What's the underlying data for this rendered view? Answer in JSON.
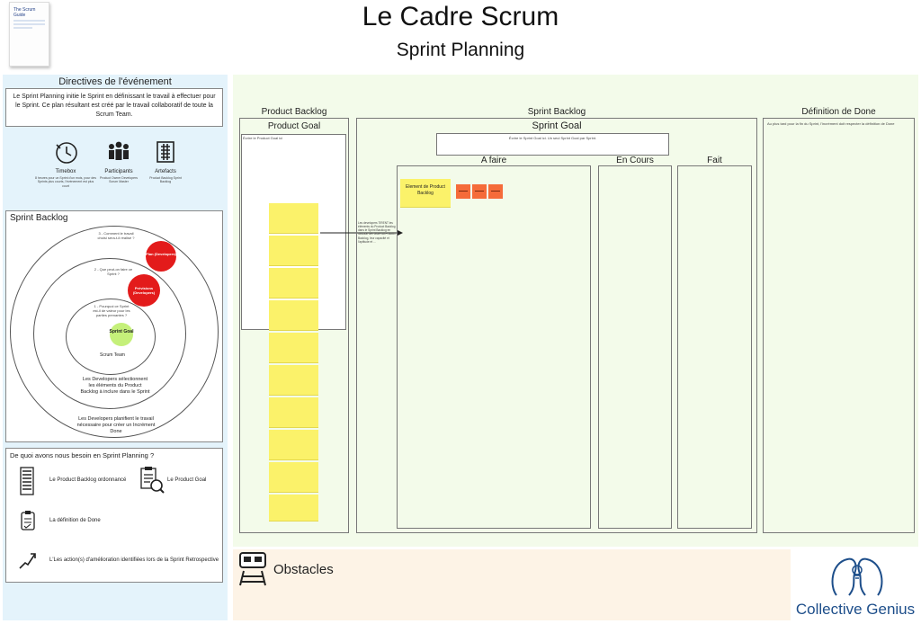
{
  "header": {
    "title": "Le Cadre Scrum",
    "subtitle": "Sprint Planning",
    "cover_label": "The Scrum Guide"
  },
  "left": {
    "directives_title": "Directives de l'événement",
    "directives_text": "Le Sprint Planning initie le Sprint en définissant le travail à effectuer pour le Sprint. Ce plan résultant est créé par le travail collaboratif de toute la Scrum Team.",
    "icons": [
      {
        "name": "Timebox",
        "desc": "8 heures pour un Sprint d'un mois, pour des Sprints plus courts, l'événement est plus court",
        "icon": "timer-icon"
      },
      {
        "name": "Participants",
        "desc": "Product Owner Developers Scrum Master",
        "icon": "people-icon"
      },
      {
        "name": "Artefacts",
        "desc": "Product Backlog Sprint Backlog",
        "icon": "artefact-icon"
      }
    ],
    "sprint_backlog_title": "Sprint Backlog",
    "circle_labels": {
      "q3": "3 - Comment le travail choisi sera-t-il réalisé ?",
      "q2": "2 - Que peut-on faire ce Sprint ?",
      "q1": "1 - Pourquoi ce Sprint est-il de valeur pour les parties prenantes ?",
      "plan": "Plan (Developers)",
      "prevision": "Prévisions (Developers)",
      "goal": "Sprint Goal",
      "team": "Scrum Team",
      "select": "Les Developers sélectionnent les éléments du Product Backlog à inclure dans le Sprint",
      "planify": "Les Developers planifient le travail nécessaire pour créer un Incrément Done"
    },
    "needs_title": "De quoi avons nous besoin en Sprint Planning ?",
    "needs": [
      {
        "label": "Le Product Backlog ordonnancé",
        "icon": "backlog-list-icon"
      },
      {
        "label": "Le Product Goal",
        "icon": "clipboard-chart-icon"
      },
      {
        "label": "La définition de Done",
        "icon": "checklist-icon"
      },
      {
        "label": "L'Les action(s) d'amélioration identifiées lors de la Sprint Retrospective",
        "icon": "growth-arrow-icon"
      }
    ]
  },
  "board": {
    "pb_header": "Product Backlog",
    "pb_goal_title": "Product Goal",
    "pb_goal_text": "Écrire le Product Goal ici",
    "arrow_note": "Les developers TIRENT les éléments du Product Backlog dans le Sprint Backlog en fonction de l'ordre du Product Backlog, leur capacité et l'aptitude et ...",
    "sb_header": "Sprint Backlog",
    "sprint_goal_title": "Sprint Goal",
    "sprint_goal_text": "Écrire le Sprint Goal ici. Un seul Sprint Goal par Sprint.",
    "col_todo": "A faire",
    "col_doing": "En Cours",
    "col_done": "Fait",
    "pb_item": "Element de Product Backlog",
    "dod_header": "Définition de Done",
    "dod_text": "Au plus tard pour la fin du Sprint, l'incrément doit respecter la définition de Done",
    "obstacles": "Obstacles",
    "logo_text": "Collective Genius"
  },
  "colors": {
    "left_bg": "#e4f3fb",
    "main_bg": "#f3fbea",
    "obstacles_bg": "#fdf3e6",
    "sticky_yellow": "#fbf26a",
    "task_orange": "#f56b3a",
    "red_circle": "#e31b1b",
    "green_circle": "#c5f07a",
    "logo_blue": "#1d4e8a"
  }
}
